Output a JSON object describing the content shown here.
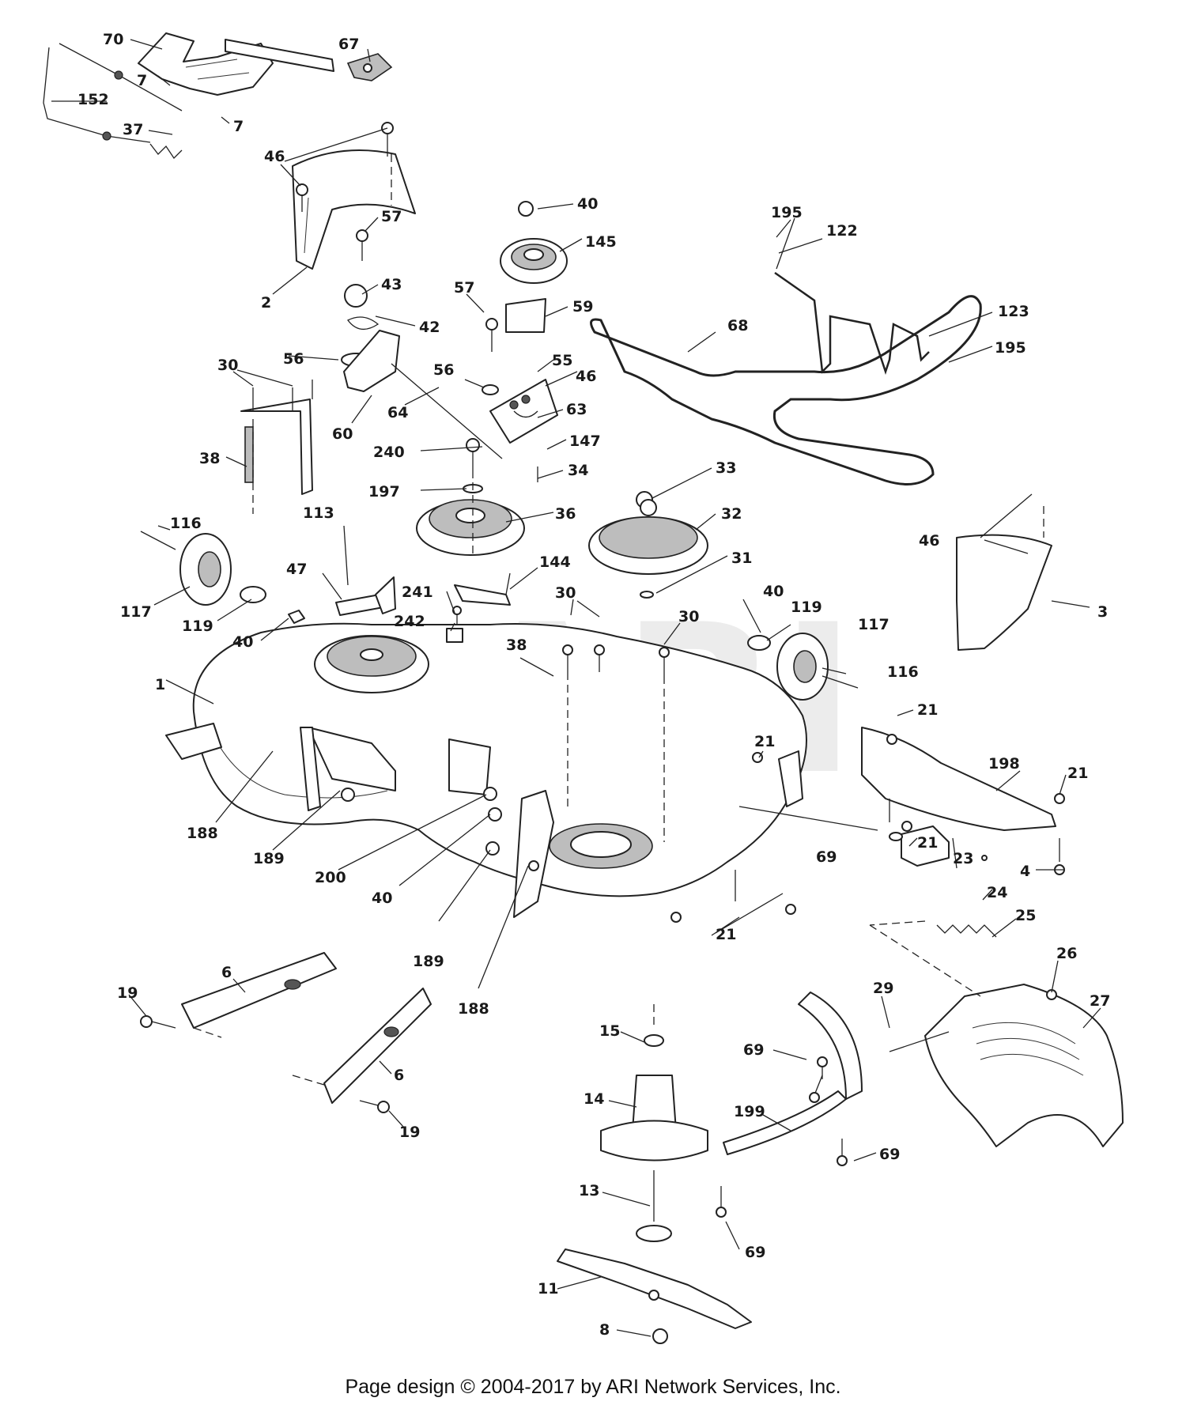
{
  "watermark": "ARI",
  "footer": "Page design © 2004-2017 by ARI Network Services, Inc.",
  "labels": [
    "70",
    "67",
    "7",
    "7",
    "152",
    "37",
    "46",
    "2",
    "57",
    "43",
    "42",
    "56",
    "30",
    "38",
    "60",
    "64",
    "40",
    "145",
    "59",
    "57",
    "56",
    "55",
    "46",
    "63",
    "147",
    "240",
    "197",
    "34",
    "33",
    "36",
    "32",
    "31",
    "144",
    "241",
    "242",
    "113",
    "47",
    "116",
    "117",
    "119",
    "40",
    "1",
    "188",
    "189",
    "200",
    "40",
    "189",
    "188",
    "30",
    "38",
    "30",
    "40",
    "119",
    "117",
    "116",
    "195",
    "122",
    "68",
    "123",
    "195",
    "46",
    "3",
    "21",
    "21",
    "198",
    "21",
    "69",
    "4",
    "21",
    "23",
    "24",
    "25",
    "21",
    "26",
    "27",
    "29",
    "69",
    "199",
    "69",
    "69",
    "15",
    "14",
    "13",
    "11",
    "8",
    "6",
    "6",
    "19",
    "19"
  ]
}
